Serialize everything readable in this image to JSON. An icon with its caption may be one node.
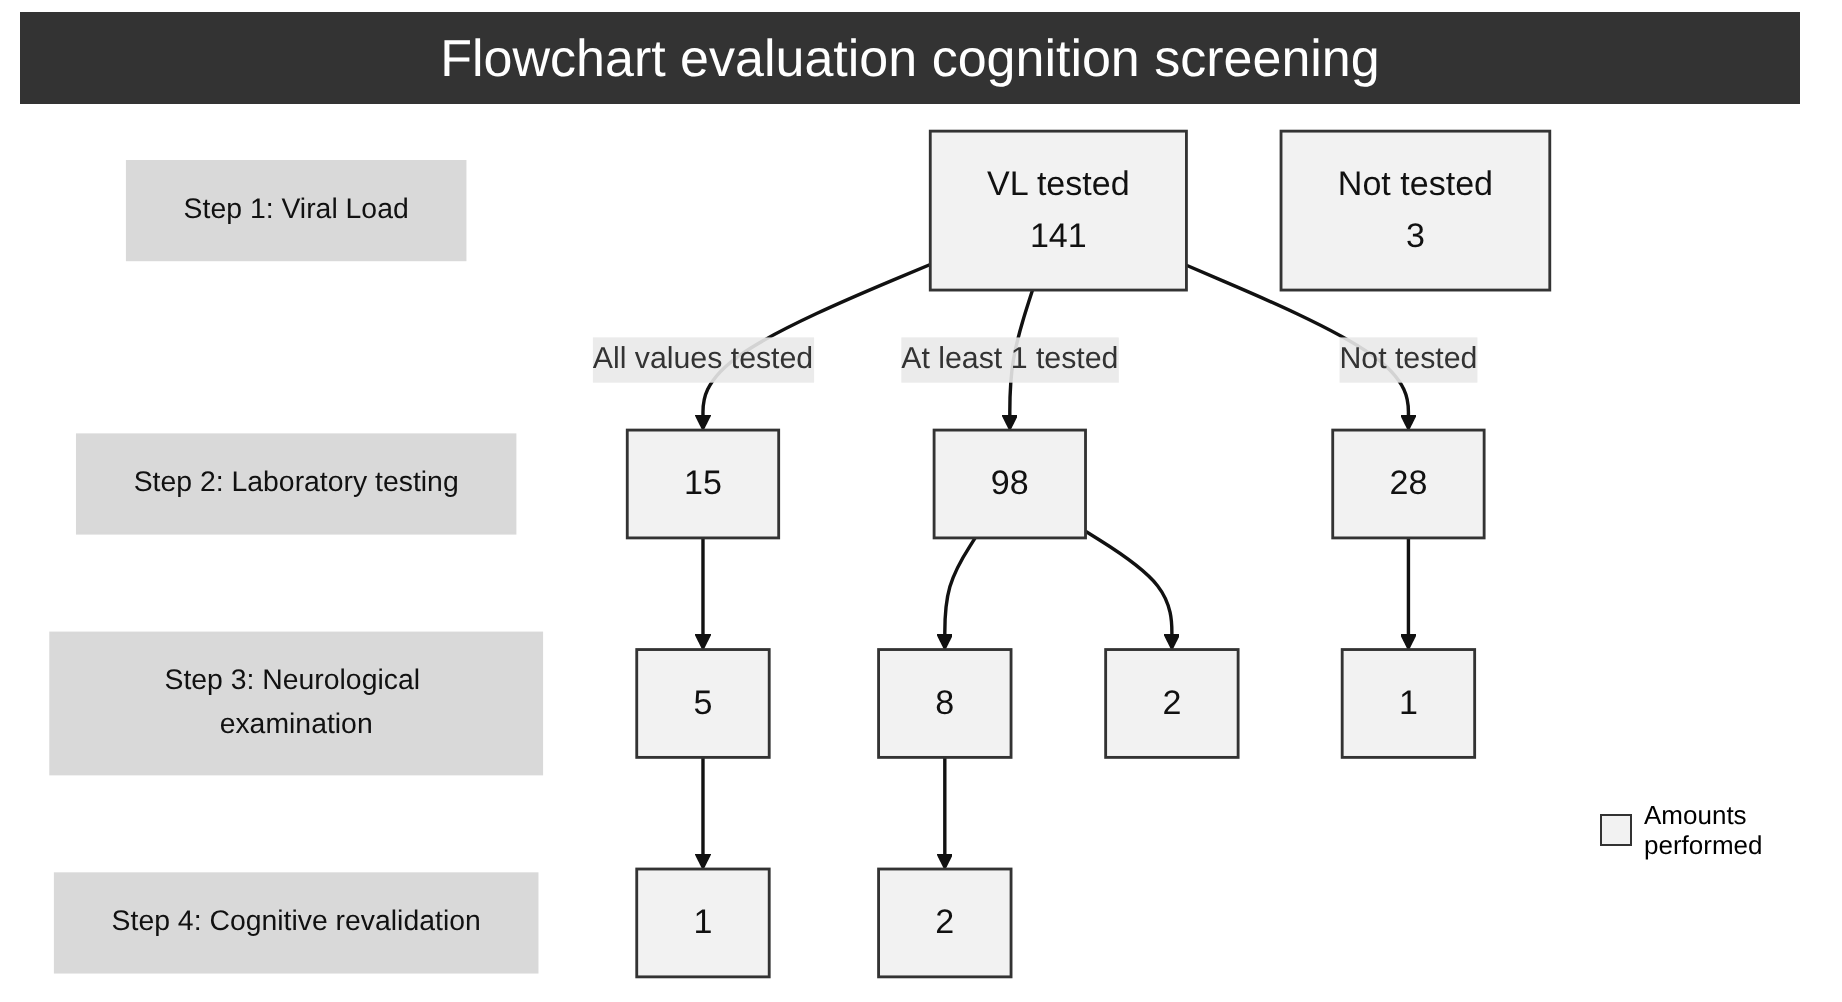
{
  "diagram": {
    "title": "Flowchart evaluation cognition screening",
    "nodes": [
      {
        "text": [
          "Step 1: Viral Load"
        ]
      },
      {
        "text": [
          "VL tested",
          "141"
        ]
      },
      {
        "text": [
          "Not tested",
          "3"
        ]
      },
      {
        "text": [
          "Step 2: Laboratory testing"
        ]
      },
      {
        "text": [
          "15"
        ]
      },
      {
        "text": [
          "98"
        ]
      },
      {
        "text": [
          "28"
        ]
      },
      {
        "text": [
          "Step 3: Neurological examination"
        ]
      },
      {
        "text": [
          "5"
        ]
      },
      {
        "text": [
          "8"
        ]
      },
      {
        "text": [
          "Step 4: Cognitive revalidation"
        ]
      },
      {
        "text": [
          "1"
        ]
      },
      {
        "text": [
          "2"
        ]
      },
      {
        "text": [
          "2"
        ]
      },
      {
        "text": [
          "1"
        ]
      }
    ],
    "edges": [
      {
        "from": 1,
        "to": 4,
        "arrow": "to",
        "label": "All values tested"
      },
      {
        "from": 1,
        "to": 5,
        "arrow": "to",
        "label": "At least 1 tested"
      },
      {
        "from": 1,
        "to": 6,
        "arrow": "to",
        "label": "Not tested"
      },
      {
        "from": 4,
        "to": 8,
        "arrow": "to"
      },
      {
        "from": 5,
        "to": 9,
        "arrow": "to"
      },
      {
        "from": 5,
        "to": 13,
        "arrow": "to"
      },
      {
        "from": 6,
        "to": 14,
        "arrow": "to"
      },
      {
        "from": 8,
        "to": 11,
        "arrow": "to"
      },
      {
        "from": 9,
        "to": 12,
        "arrow": "to"
      }
    ],
    "legend": [
      {
        "text": "Amounts performed"
      }
    ]
  }
}
